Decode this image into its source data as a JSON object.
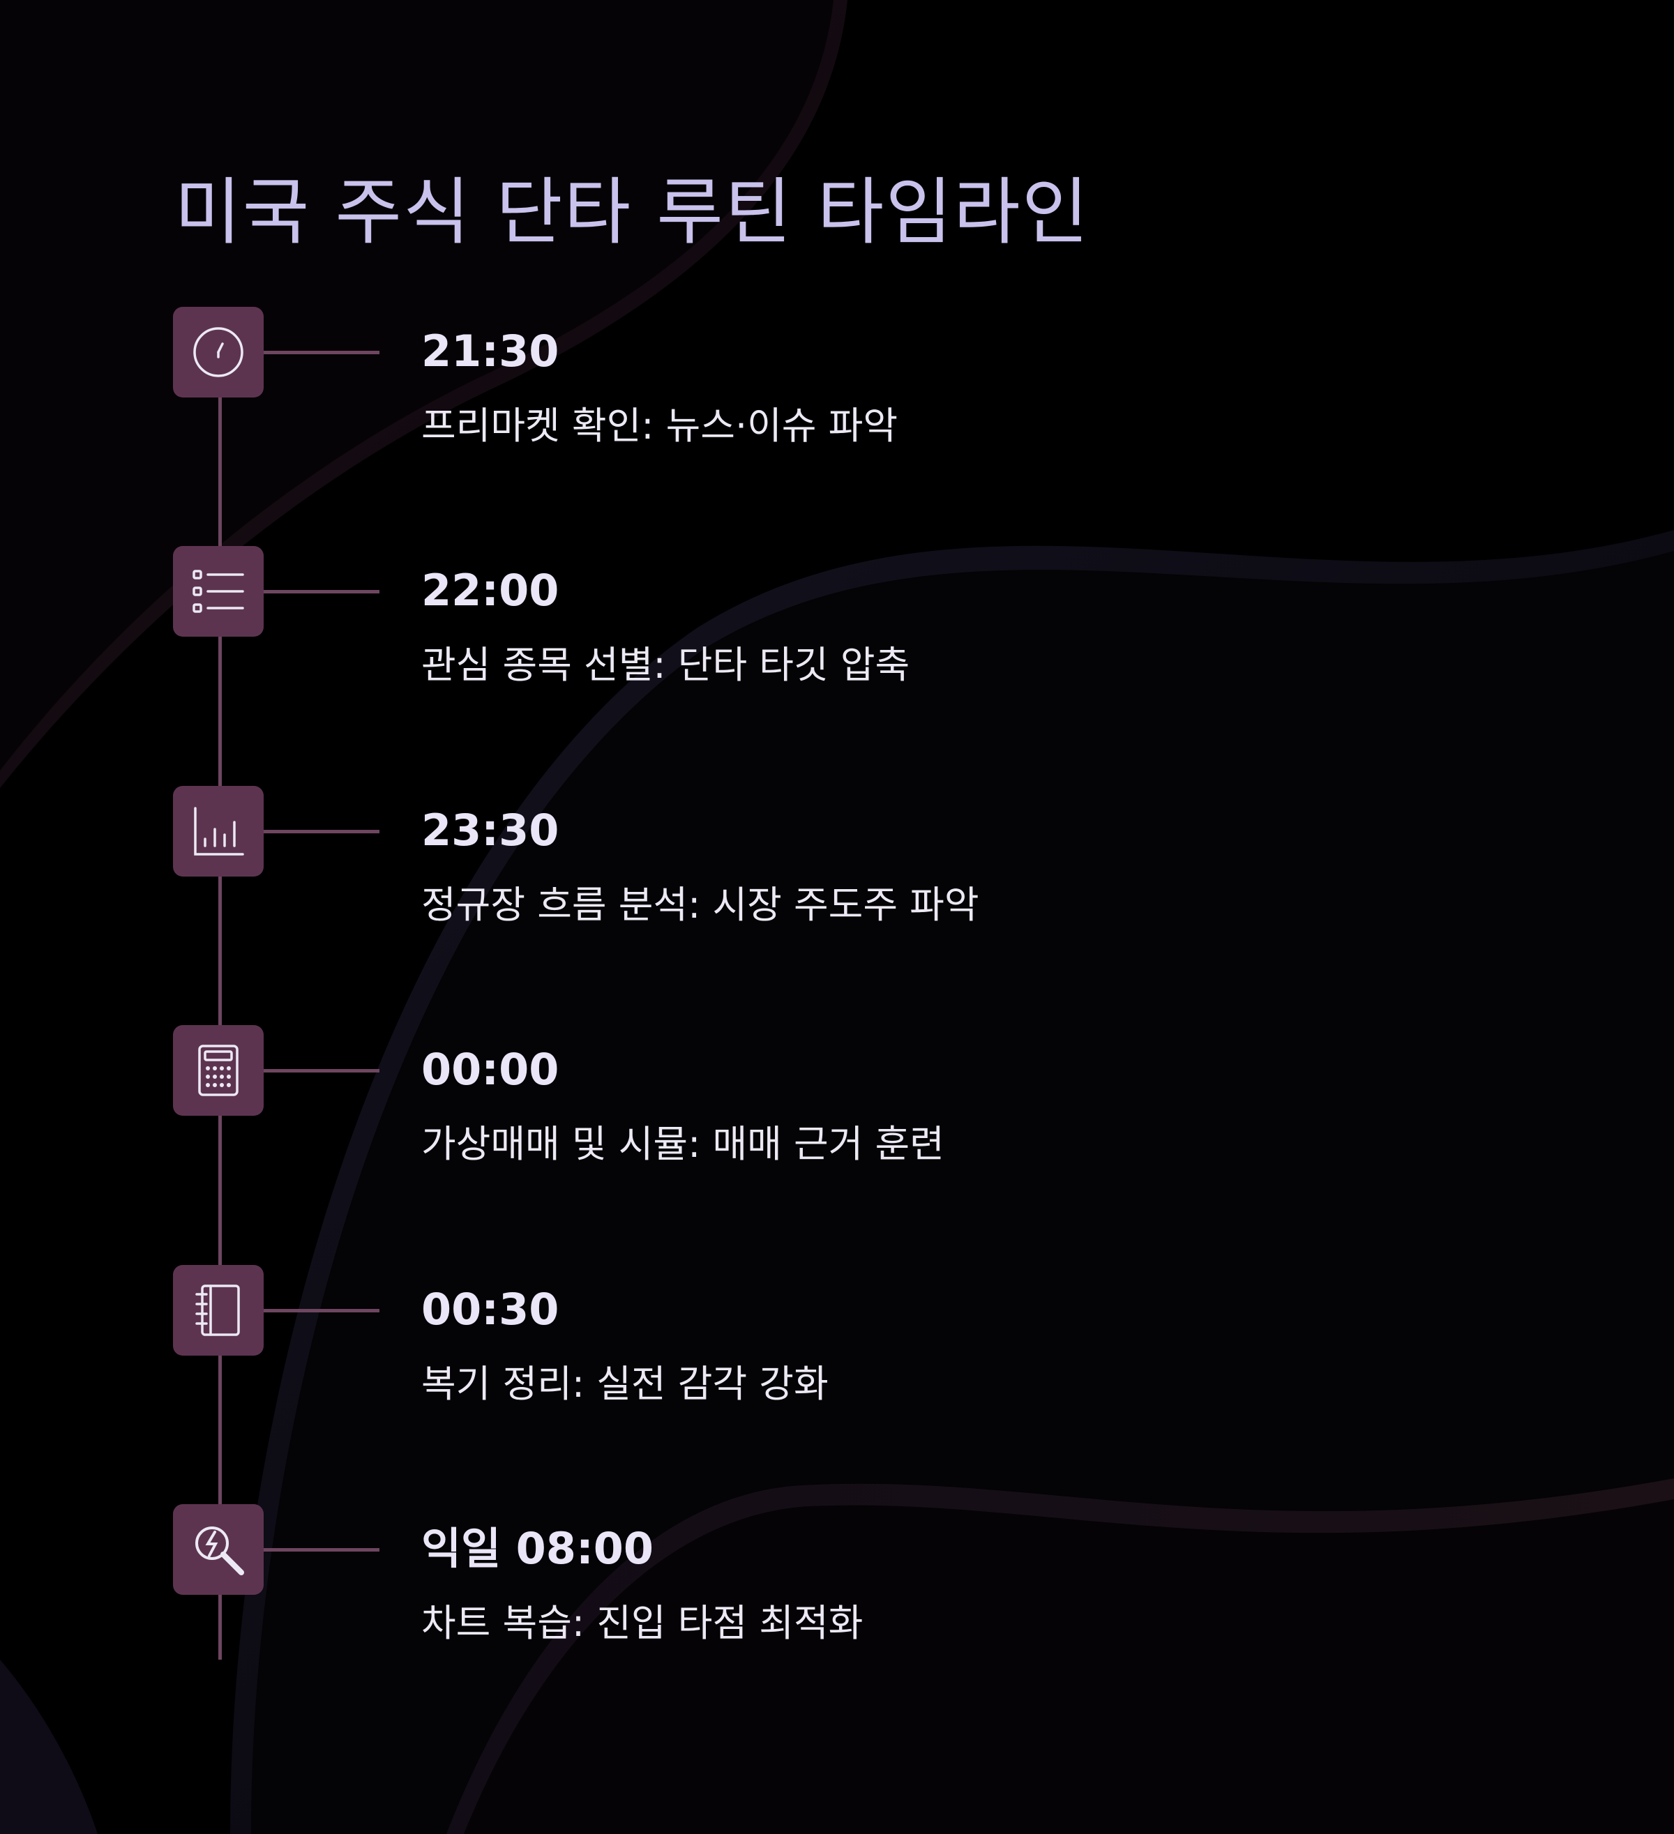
{
  "title": "미국 주식 단타 루틴 타임라인",
  "colors": {
    "background": "#000000",
    "title": "#c9c2ec",
    "icon_box": "#5d3450",
    "line": "#6e4660",
    "text": "#ece9f4"
  },
  "steps": [
    {
      "time": "21:30",
      "description": "프리마켓 확인: 뉴스·이슈 파악",
      "icon": "clock-icon"
    },
    {
      "time": "22:00",
      "description": "관심 종목 선별: 단타 타깃 압축",
      "icon": "list-icon"
    },
    {
      "time": "23:30",
      "description": "정규장 흐름 분석: 시장 주도주 파악",
      "icon": "bar-chart-icon"
    },
    {
      "time": "00:00",
      "description": "가상매매 및 시뮬: 매매 근거 훈련",
      "icon": "calculator-icon"
    },
    {
      "time": "00:30",
      "description": "복기 정리: 실전 감각 강화",
      "icon": "notebook-icon"
    },
    {
      "time": "익일 08:00",
      "description": "차트 복습: 진입 타점 최적화",
      "icon": "analysis-search-icon"
    }
  ]
}
